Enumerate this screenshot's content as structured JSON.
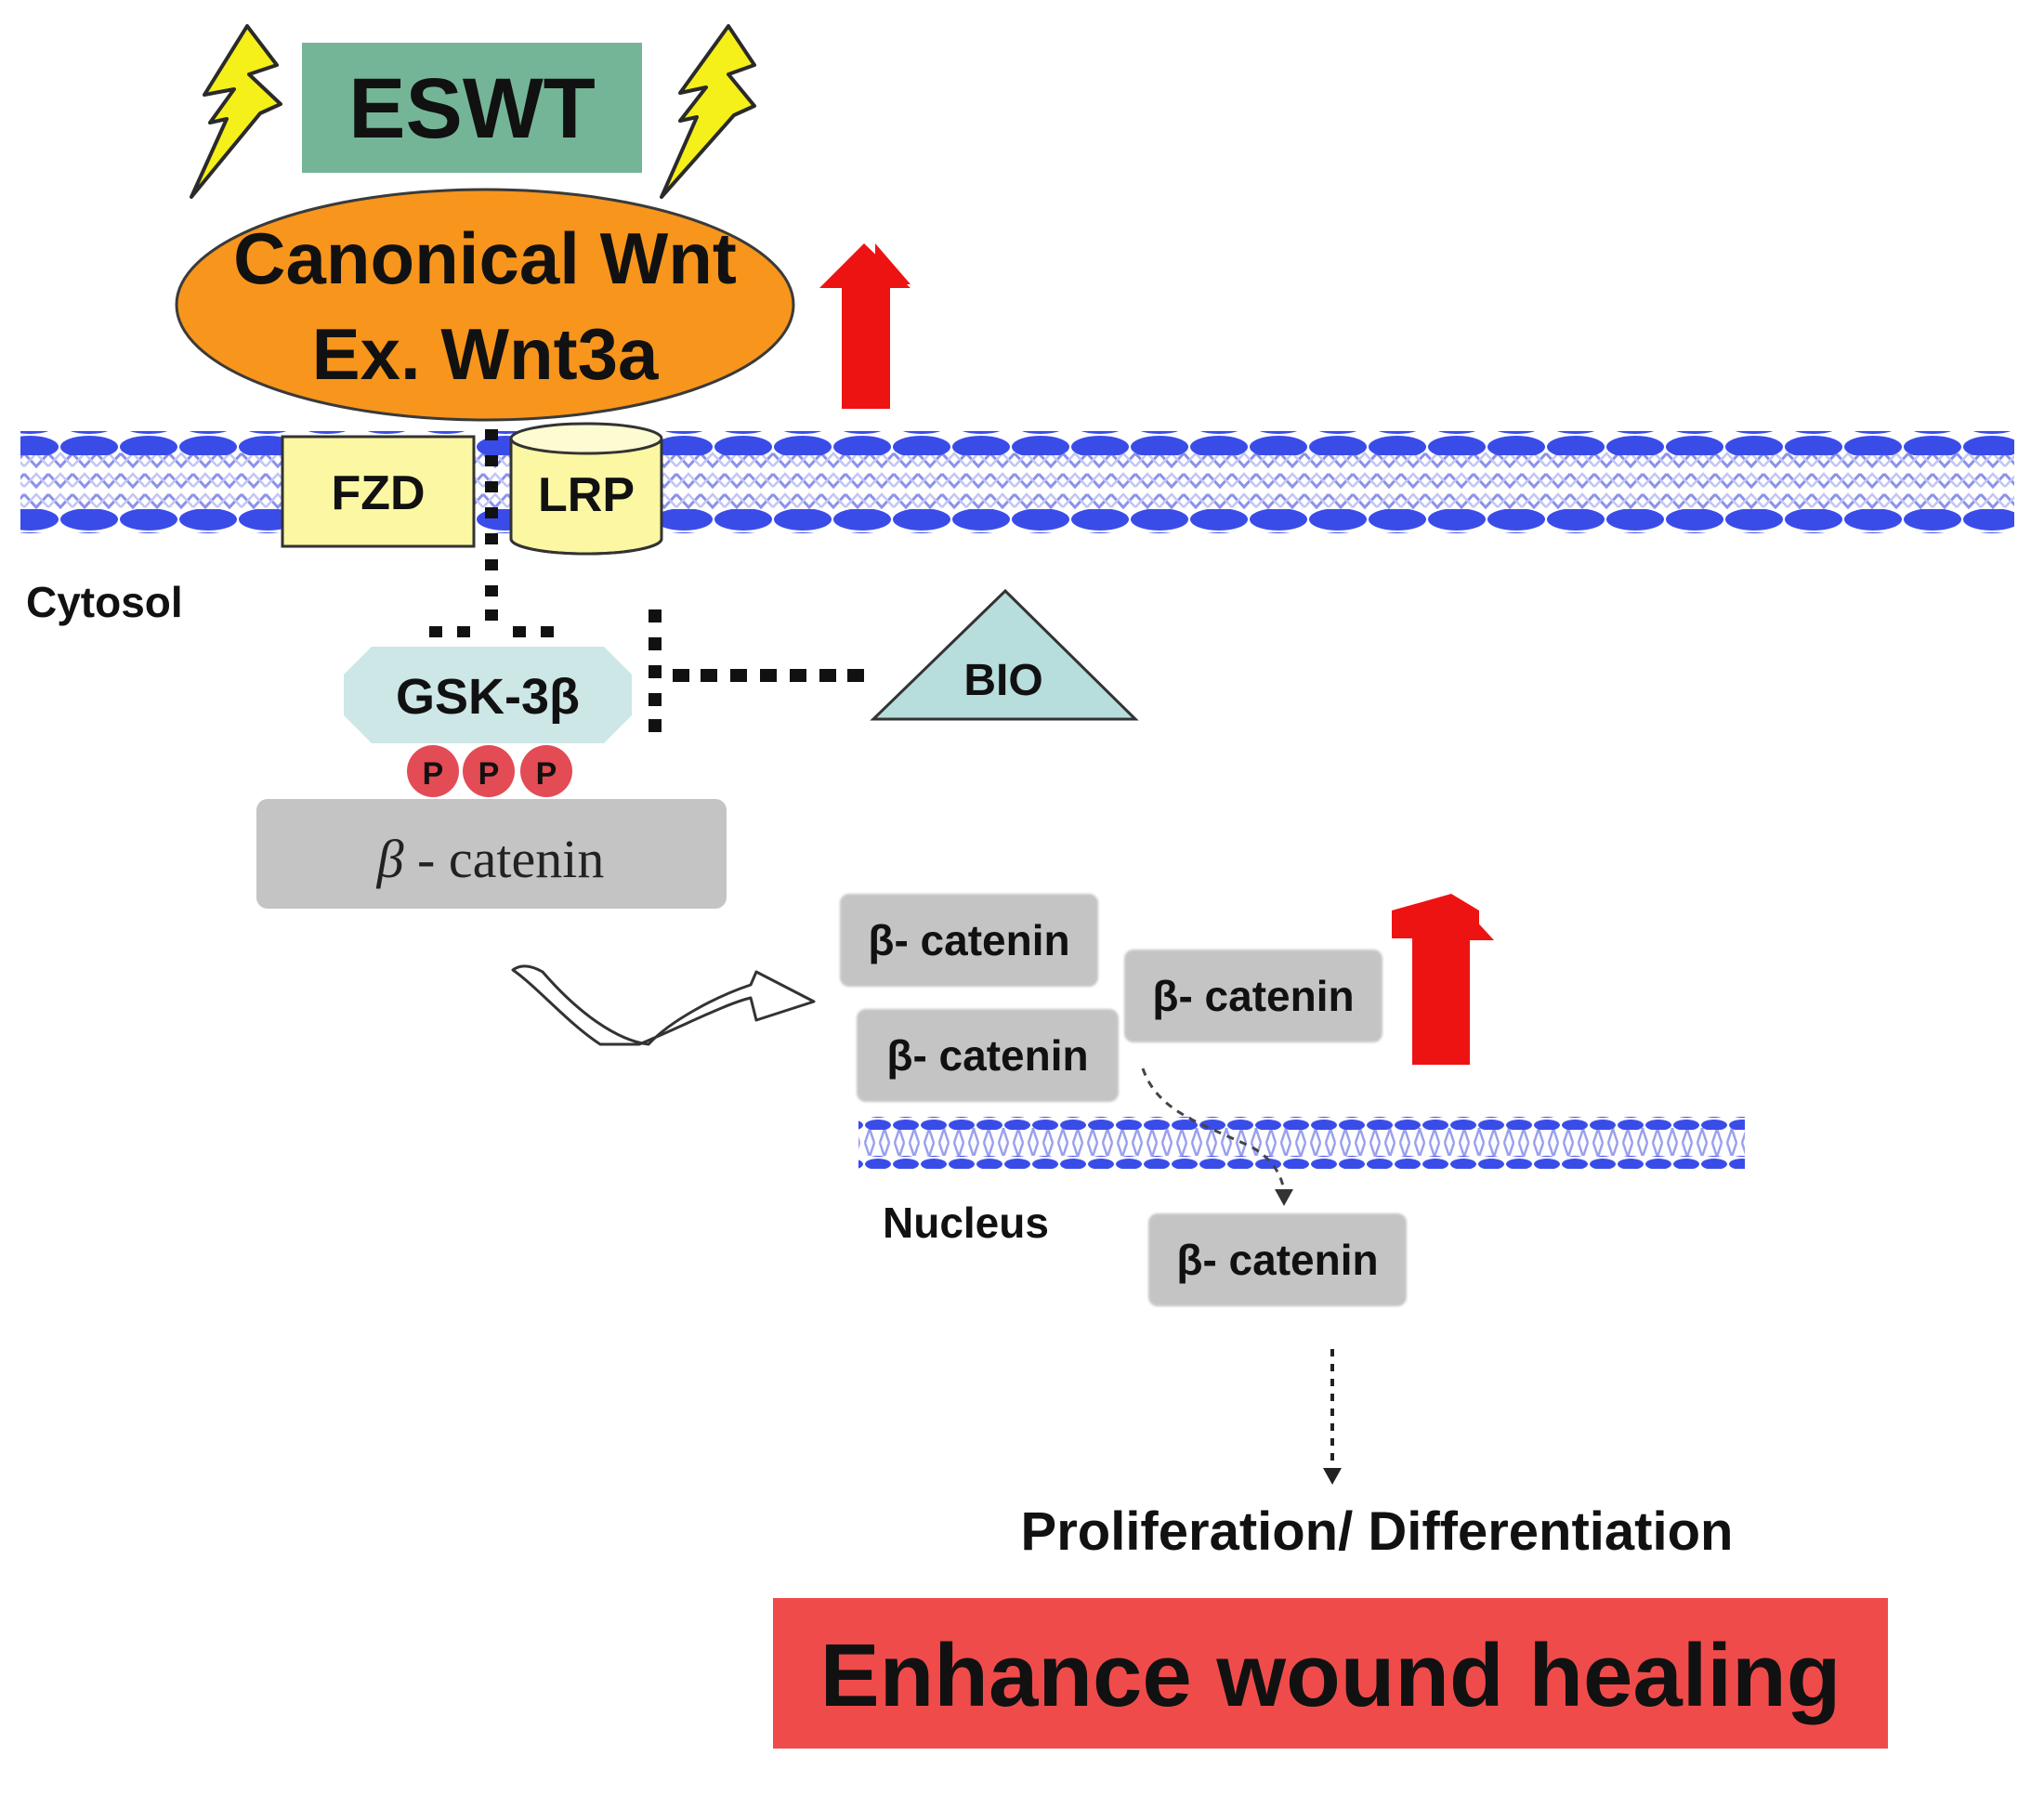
{
  "stimulus": {
    "label": "ESWT"
  },
  "ligand": {
    "line1": "Canonical Wnt",
    "line2": "Ex. Wnt3a"
  },
  "receptors": {
    "fzd": "FZD",
    "lrp": "LRP"
  },
  "compartments": {
    "cytosol": "Cytosol",
    "nucleus": "Nucleus"
  },
  "kinase": {
    "label": "GSK-3β"
  },
  "phospho": {
    "p1": "P",
    "p2": "P",
    "p3": "P"
  },
  "inhibitor": {
    "label": "BIO"
  },
  "bcat_complex": {
    "greek": "β",
    "rest": " - catenin"
  },
  "bcat_free": {
    "a": "β- catenin",
    "b": "β- catenin",
    "c": "β- catenin",
    "nuclear": "β- catenin"
  },
  "outcome": {
    "process": "Proliferation/ Differentiation",
    "result": "Enhance wound healing"
  },
  "colors": {
    "eswt_box": "#74b597",
    "ligand": "#f7951d",
    "fzd": "#fbf7a3",
    "kinase": "#cde6e6",
    "phospho": "#e34b55",
    "bcat_box": "#c4c4c4",
    "up_arrow": "#ee1313",
    "result_box": "#f04b4b",
    "membrane": "#3a4ce8",
    "bio": "#b7dddd"
  }
}
